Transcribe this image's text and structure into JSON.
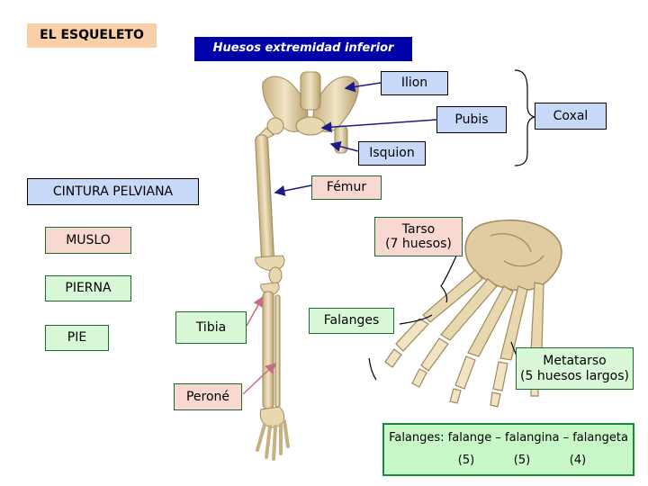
{
  "title": "EL ESQUELETO",
  "subtitle": "Huesos extremidad inferior",
  "bones": {
    "ilion": "Ilion",
    "pubis": "Pubis",
    "coxal": "Coxal",
    "isquion": "Isquion",
    "femur": "Fémur",
    "tarso": "Tarso\n(7 huesos)",
    "falanges": "Falanges",
    "metatarso": "Metatarso\n(5 huesos largos)",
    "tibia": "Tibia",
    "perone": "Peroné"
  },
  "regions": {
    "cintura": "CINTURA PELVIANA",
    "muslo": "MUSLO",
    "pierna": "PIERNA",
    "pie": "PIE"
  },
  "falanges_note": {
    "text": "Falanges: falange – falangina – falangeta",
    "counts": [
      "(5)",
      "(5)",
      "(4)"
    ]
  },
  "colors": {
    "bone": "#e8d8b0",
    "bone_shadow": "#b8a070",
    "arrow": "#1a1a8a",
    "pink_arrow": "#c07080"
  }
}
